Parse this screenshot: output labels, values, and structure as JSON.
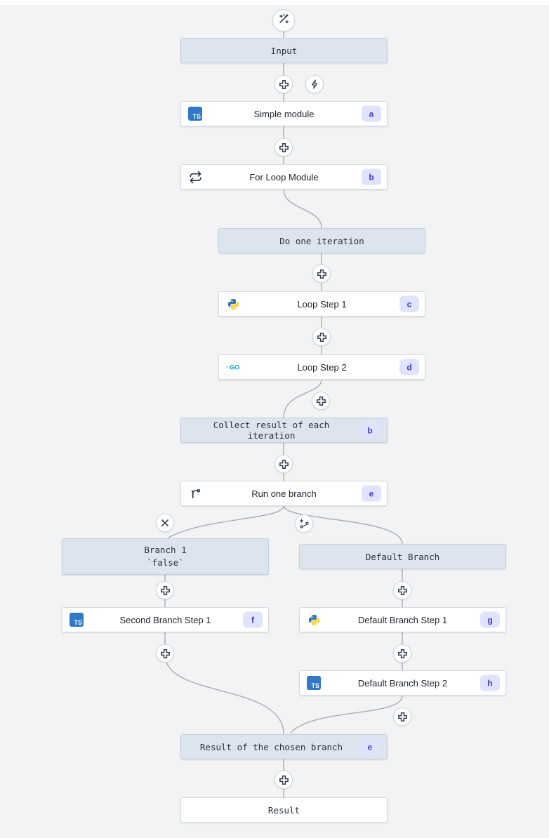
{
  "app": {
    "view": "flow-editor-canvas"
  },
  "colors": {
    "canvas_bg": "#f1f3f4",
    "virtual_node_bg": "#dce5ee",
    "virtual_node_border": "#c6d1dc",
    "module_node_bg": "#ffffff",
    "badge_bg": "#e0e3fc",
    "badge_text": "#4338ca",
    "connector": "#a3a8b0",
    "ts_icon_bg": "#3178c6",
    "go_icon_color": "#00add8",
    "python_blue": "#3776ab",
    "python_yellow": "#ffd43b"
  },
  "icons": {
    "top": "magic-wand-icon",
    "add_step": "plus-icon",
    "trigger": "lightning-icon",
    "remove_branch": "x-icon",
    "add_branch": "add-branch-icon",
    "loop": "repeat-icon",
    "branch": "branch-icon",
    "typescript": "typescript-icon",
    "python": "python-icon",
    "go": "go-icon"
  },
  "nodes": {
    "input": {
      "label": "Input"
    },
    "simple_module": {
      "label": "Simple module",
      "badge": "a",
      "lang": "typescript"
    },
    "for_loop": {
      "label": "For Loop Module",
      "badge": "b"
    },
    "do_one_iteration": {
      "label": "Do one iteration"
    },
    "loop_step_1": {
      "label": "Loop Step 1",
      "badge": "c",
      "lang": "python"
    },
    "loop_step_2": {
      "label": "Loop Step 2",
      "badge": "d",
      "lang": "go"
    },
    "collect_result": {
      "label": "Collect result of each iteration",
      "badge": "b"
    },
    "run_one_branch": {
      "label": "Run one branch",
      "badge": "e"
    },
    "branch_1": {
      "label": "Branch 1",
      "sublabel": "`false`"
    },
    "default_branch": {
      "label": "Default Branch"
    },
    "second_branch_step_1": {
      "label": "Second Branch Step 1",
      "badge": "f",
      "lang": "typescript"
    },
    "default_branch_step_1": {
      "label": "Default Branch Step 1",
      "badge": "g",
      "lang": "python"
    },
    "default_branch_step_2": {
      "label": "Default Branch Step 2",
      "badge": "h",
      "lang": "typescript"
    },
    "result_chosen_branch": {
      "label": "Result of the chosen branch",
      "badge": "e"
    },
    "result": {
      "label": "Result"
    },
    "ts_icon_text": "TS",
    "go_icon_text": "GO"
  }
}
